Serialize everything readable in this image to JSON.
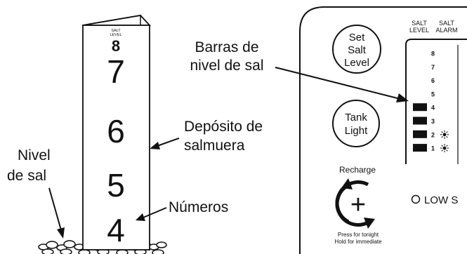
{
  "tube": {
    "level_caption_line1": "SALT",
    "level_caption_line2": "LEVEL",
    "numbers": [
      "8",
      "7",
      "6",
      "5",
      "4"
    ]
  },
  "callouts": {
    "bars": {
      "line1": "Barras de",
      "line2": "nivel de sal"
    },
    "tank": {
      "line1": "Depósito de",
      "line2": "salmuera"
    },
    "salt_level": {
      "line1": "Nivel",
      "line2": "de sal"
    },
    "numbers": "Números"
  },
  "panel": {
    "set_salt_level_button": {
      "line1": "Set",
      "line2": "Salt",
      "line3": "Level"
    },
    "tank_light_button": {
      "line1": "Tank",
      "line2": "Light"
    },
    "recharge": {
      "label": "Recharge",
      "hint_line1": "Press for tonight",
      "hint_line2": "Hold for immediate"
    },
    "column_headers": {
      "salt_level_line1": "SALT",
      "salt_level_line2": "LEVEL",
      "salt_alarm_line1": "SALT",
      "salt_alarm_line2": "ALARM"
    },
    "level_rows": [
      "8",
      "7",
      "6",
      "5",
      "4",
      "3",
      "2",
      "1"
    ],
    "lit_bar_count": 4,
    "alarm_rows": [
      "2",
      "1"
    ],
    "low_salt_label": "LOW S"
  },
  "colors": {
    "ink": "#111111",
    "paper": "#ffffff"
  }
}
